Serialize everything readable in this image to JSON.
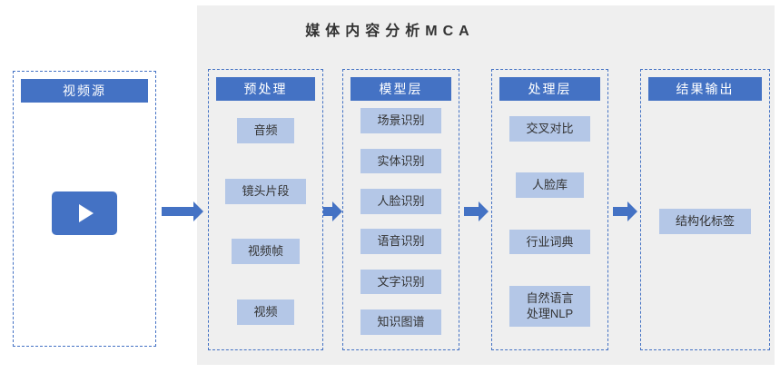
{
  "title": "媒体内容分析MCA",
  "columns": [
    {
      "header": "视频源",
      "items": []
    },
    {
      "header": "预处理",
      "items": [
        "音频",
        "镜头片段",
        "视频帧",
        "视频"
      ]
    },
    {
      "header": "模型层",
      "items": [
        "场景识别",
        "实体识别",
        "人脸识别",
        "语音识别",
        "文字识别",
        "知识图谱"
      ]
    },
    {
      "header": "处理层",
      "items": [
        "交叉对比",
        "人脸库",
        "行业词典",
        "自然语言\n处理NLP"
      ]
    },
    {
      "header": "结果输出",
      "items": [
        "结构化标签"
      ]
    }
  ],
  "colors": {
    "header_bg": "#4472c4",
    "item_bg": "#b4c7e7",
    "arrow": "#4472c4",
    "border": "#4472c4",
    "panel_bg": "#efefef"
  }
}
